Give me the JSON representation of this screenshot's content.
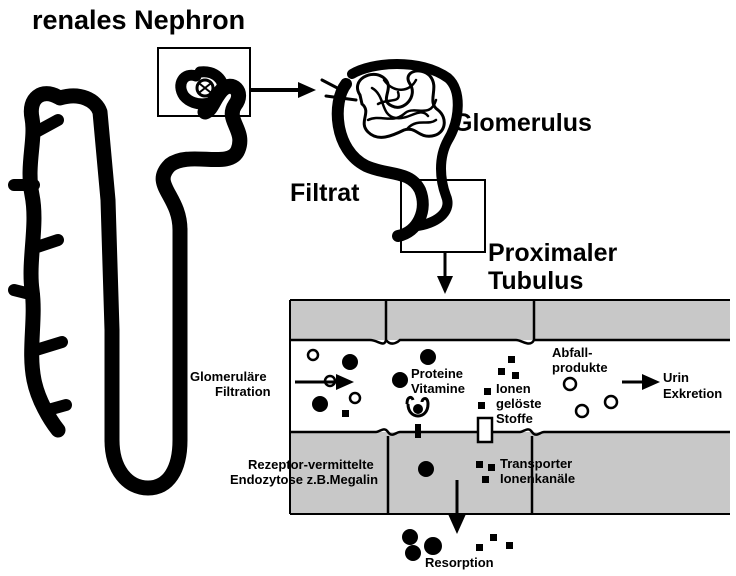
{
  "labels": {
    "title": "renales Nephron",
    "glomerulus": "Glomerulus",
    "filtrat": "Filtrat",
    "proximal_line1": "Proximaler",
    "proximal_line2": "Tubulus",
    "glom_filtration_line1": "Glomeruläre",
    "glom_filtration_line2": "Filtration",
    "proteine": "Proteine",
    "vitamine": "Vitamine",
    "ionen_line1": "Ionen",
    "ionen_line2": "gelöste",
    "ionen_line3": "Stoffe",
    "abfall_line1": "Abfall-",
    "abfall_line2": "produkte",
    "urin": "Urin",
    "exkretion": "Exkretion",
    "rezeptor_line1": "Rezeptor-vermittelte",
    "rezeptor_line2": "Endozytose z.B.Megalin",
    "transporter_line1": "Transporter",
    "transporter_line2": "Ionenkanäle",
    "resorption": "Resorption"
  },
  "colors": {
    "ink": "#000000",
    "cell": "#c8c8c8",
    "background": "#ffffff"
  }
}
